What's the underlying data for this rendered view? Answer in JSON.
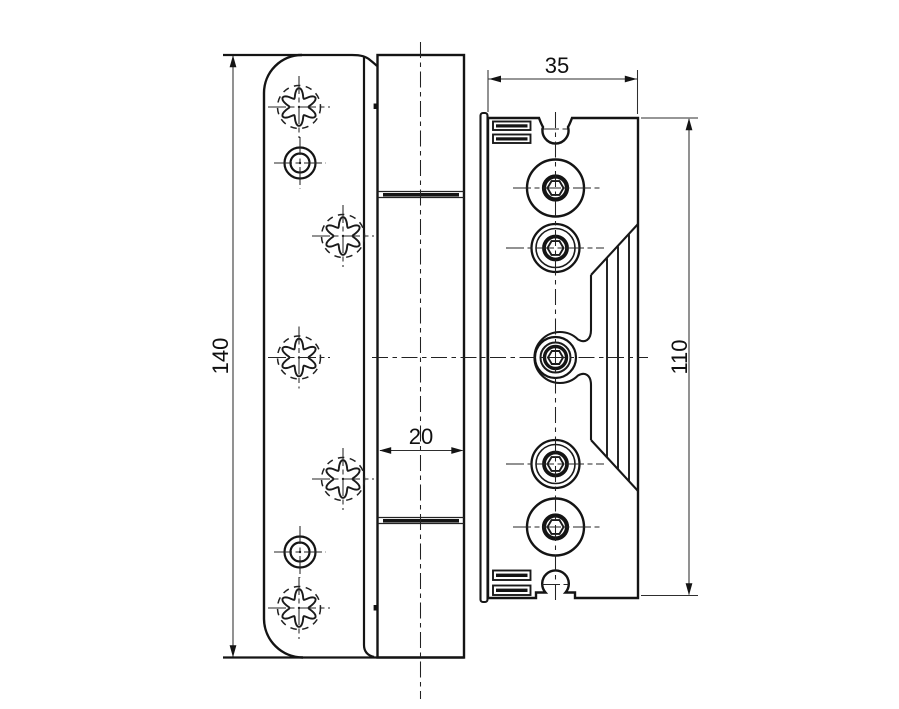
{
  "drawing": {
    "background_color": "#ffffff",
    "line_color": "#141414",
    "dimensions": {
      "overall_height_mm": "140",
      "knuckle_width_mm": "20",
      "frame_component_width_mm": "35",
      "frame_component_height_mm": "110"
    }
  }
}
